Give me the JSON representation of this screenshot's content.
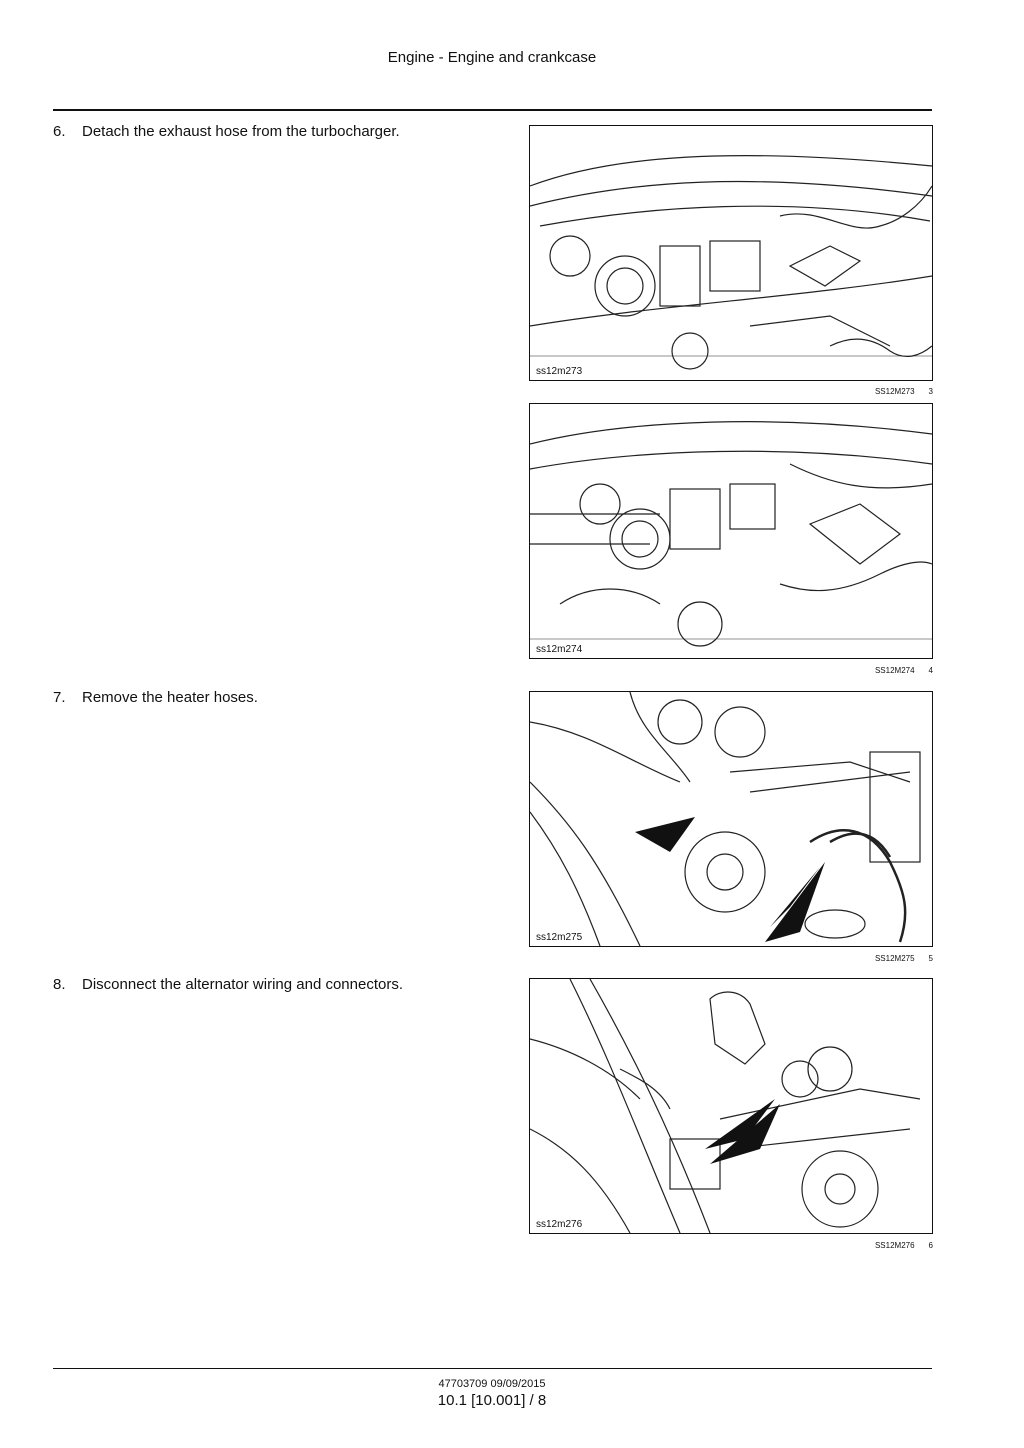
{
  "header": {
    "title": "Engine - Engine and crankcase"
  },
  "steps": [
    {
      "number": "6.",
      "text": "Detach the exhaust hose from the turbocharger."
    },
    {
      "number": "7.",
      "text": "Remove the heater hoses."
    },
    {
      "number": "8.",
      "text": "Disconnect the alternator wiring and connectors."
    }
  ],
  "figures": [
    {
      "code": "ss12m273",
      "caption_id": "SS12M273",
      "number": "3"
    },
    {
      "code": "ss12m274",
      "caption_id": "SS12M274",
      "number": "4"
    },
    {
      "code": "ss12m275",
      "caption_id": "SS12M275",
      "number": "5"
    },
    {
      "code": "ss12m276",
      "caption_id": "SS12M276",
      "number": "6"
    }
  ],
  "footer": {
    "doc": "47703709 09/09/2015",
    "page": "10.1 [10.001] / 8"
  }
}
